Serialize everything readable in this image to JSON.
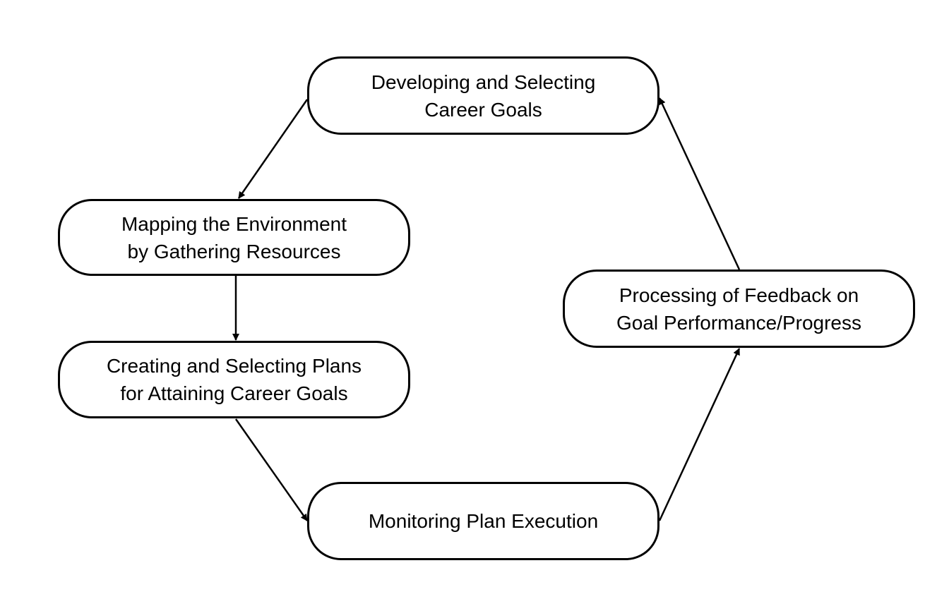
{
  "diagram": {
    "nodes": [
      {
        "id": "goals",
        "lines": [
          "Developing and Selecting",
          "Career Goals"
        ]
      },
      {
        "id": "mapping",
        "lines": [
          "Mapping the Environment",
          "by Gathering Resources"
        ]
      },
      {
        "id": "plans",
        "lines": [
          "Creating and Selecting Plans",
          "for Attaining Career Goals"
        ]
      },
      {
        "id": "monitor",
        "lines": [
          "Monitoring Plan Execution"
        ]
      },
      {
        "id": "feedback",
        "lines": [
          "Processing of Feedback on",
          "Goal Performance/Progress"
        ]
      }
    ],
    "edges": [
      {
        "from": "goals",
        "to": "mapping"
      },
      {
        "from": "mapping",
        "to": "plans"
      },
      {
        "from": "plans",
        "to": "monitor"
      },
      {
        "from": "monitor",
        "to": "feedback"
      },
      {
        "from": "feedback",
        "to": "goals"
      }
    ],
    "colors": {
      "stroke": "#000000",
      "fill": "#ffffff",
      "text": "#000000"
    }
  }
}
